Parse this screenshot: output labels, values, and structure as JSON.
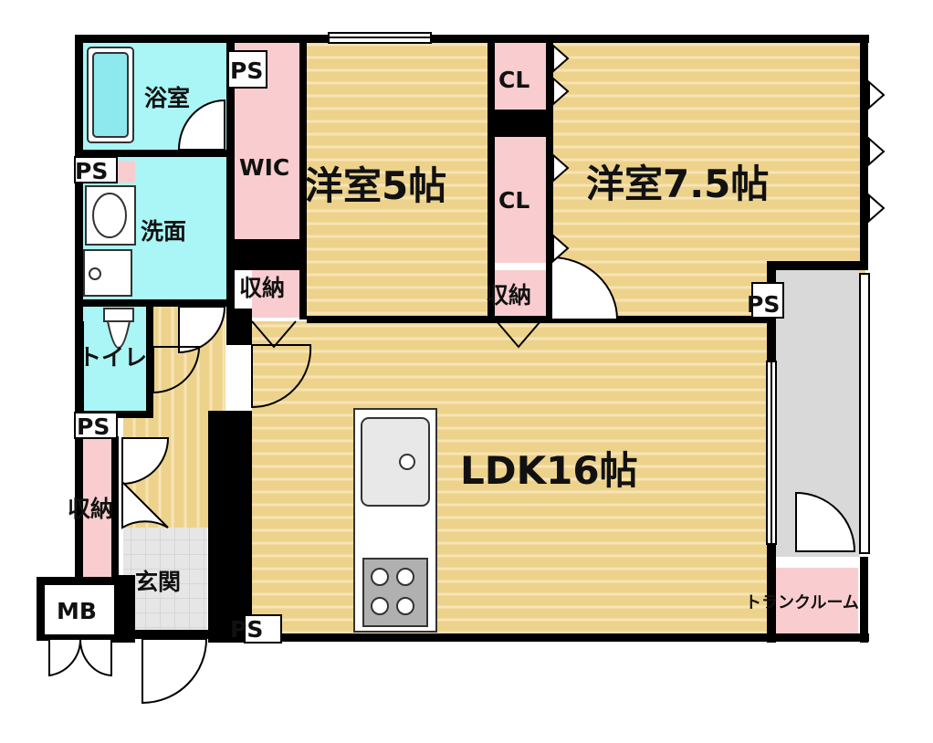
{
  "labels": {
    "bath": "浴室",
    "washroom": "洗面",
    "toilet": "トイレ",
    "wic": "WIC",
    "western_5": "洋室5帖",
    "western_75": "洋室7.5帖",
    "ldk": "LDK16帖",
    "cl_top": "CL",
    "cl_mid": "CL",
    "storage_wic": "収納",
    "storage_mid": "収納",
    "storage_entry": "収納",
    "entrance": "玄関",
    "mb": "MB",
    "trunk_room": "トランクルーム",
    "ps_top": "PS",
    "ps_wash": "PS",
    "ps_toilet": "PS",
    "ps_right": "PS",
    "ps_bottom": "PS"
  },
  "colors": {
    "wall": "#000000",
    "floor_wood": "#edd28c",
    "floor_line": "#f6e4b4",
    "wet_area": "#aaf5f6",
    "storage": "#f9cdcf",
    "balcony": "#d9d9d9",
    "entrance_tile": "#e6e6e6"
  }
}
